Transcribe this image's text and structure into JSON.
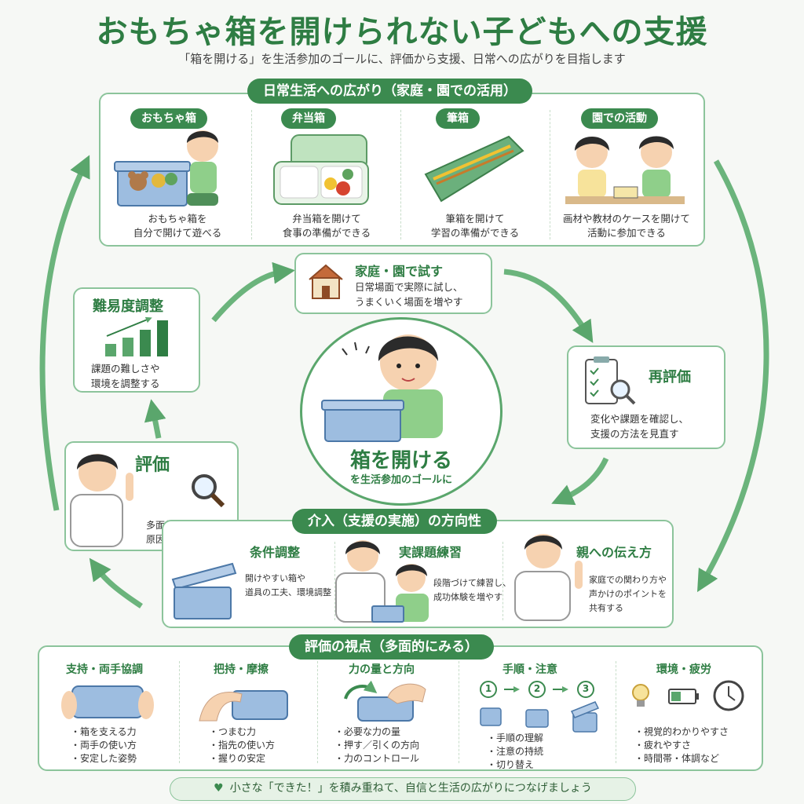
{
  "header": {
    "title": "おもちゃ箱を開けられない子どもへの支援",
    "subtitle": "「箱を開ける」を生活参加のゴールに、評価から支援、日常への広がりを目指します"
  },
  "daily_life": {
    "title": "日常生活への広がり（家庭・園での活用）",
    "items": [
      {
        "label": "おもちゃ箱",
        "line1": "おもちゃ箱を",
        "line2": "自分で開けて遊べる"
      },
      {
        "label": "弁当箱",
        "line1": "弁当箱を開けて",
        "line2": "食事の準備ができる"
      },
      {
        "label": "筆箱",
        "line1": "筆箱を開けて",
        "line2": "学習の準備ができる"
      },
      {
        "label": "園での活動",
        "line1": "画材や教材のケースを開けて",
        "line2": "活動に参加できる"
      }
    ]
  },
  "try_home": {
    "title": "家庭・園で試す",
    "line1": "日常場面で実際に試し、",
    "line2": "うまくいく場面を増やす"
  },
  "difficulty": {
    "title": "難易度調整",
    "line1": "課題の難しさや",
    "line2": "環境を調整する"
  },
  "reeval": {
    "title": "再評価",
    "line1": "変化や課題を確認し、",
    "line2": "支援の方法を見直す"
  },
  "center": {
    "title": "箱を開ける",
    "sub": "を生活参加のゴールに"
  },
  "evaluation": {
    "title": "評価",
    "line1": "多面的に評価し、",
    "line2": "原因や課題を整理する"
  },
  "intervention": {
    "title": "介入（支援の実施）の方向性",
    "items": [
      {
        "label": "条件調整",
        "line1": "開けやすい箱や",
        "line2": "道具の工夫、環境調整"
      },
      {
        "label": "実課題練習",
        "line1": "段階づけて練習し、",
        "line2": "成功体験を増やす"
      },
      {
        "label": "親への伝え方",
        "line1": "家庭での関わり方や",
        "line2": "声かけのポイントを",
        "line3": "共有する"
      }
    ]
  },
  "viewpoints": {
    "title": "評価の視点（多面的にみる）",
    "items": [
      {
        "label": "支持・両手協調",
        "points": [
          "箱を支える力",
          "両手の使い方",
          "安定した姿勢"
        ]
      },
      {
        "label": "把持・摩擦",
        "points": [
          "つまむ力",
          "指先の使い方",
          "握りの安定"
        ]
      },
      {
        "label": "力の量と方向",
        "points": [
          "必要な力の量",
          "押す／引くの方向",
          "力のコントロール"
        ]
      },
      {
        "label": "手順・注意",
        "points": [
          "手順の理解",
          "注意の持続",
          "切り替え"
        ],
        "steps": [
          "1",
          "2",
          "3"
        ]
      },
      {
        "label": "環境・疲労",
        "points": [
          "視覚的わかりやすさ",
          "疲れやすさ",
          "時間帯・体調など"
        ]
      }
    ]
  },
  "footer": {
    "text": "小さな「できた！」を積み重ねて、自信と生活の広がりにつなげましょう"
  },
  "colors": {
    "green": "#3b8a4f",
    "light_green": "#8cc49b",
    "box_blue": "#7fa9d6",
    "skin": "#f6d2b0",
    "hair": "#2b2b2b"
  }
}
